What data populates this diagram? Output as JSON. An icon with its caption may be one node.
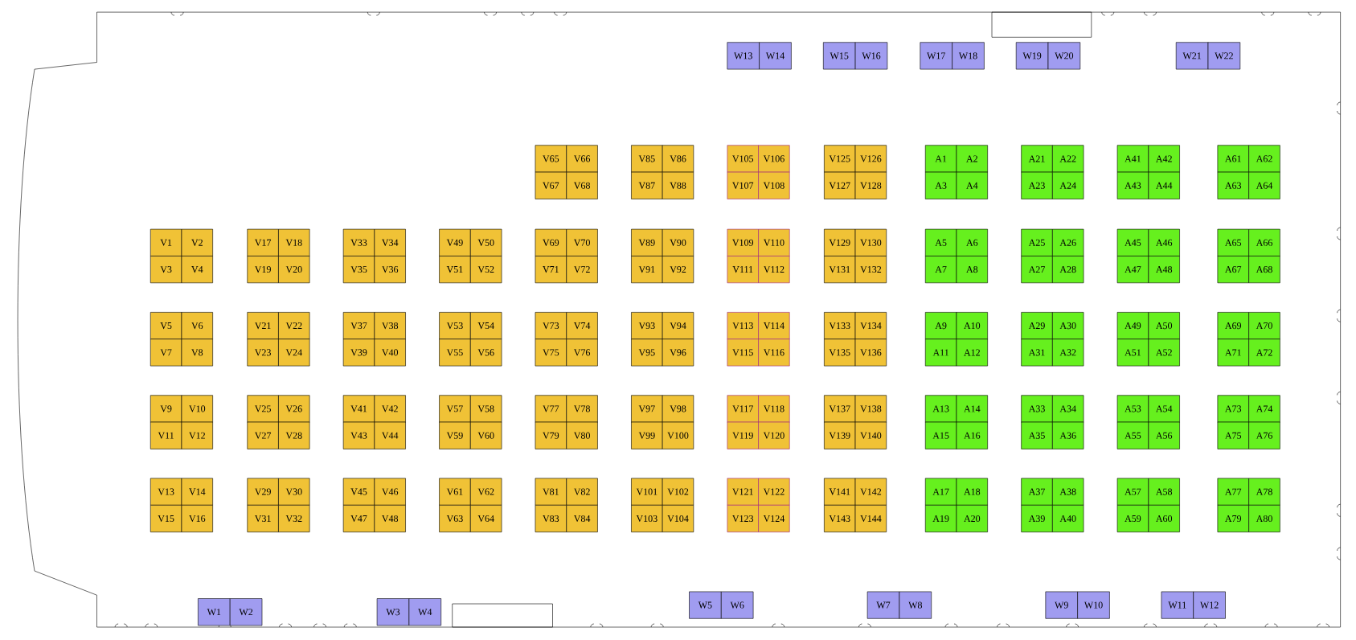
{
  "diagram": {
    "nodes": [
      {
        "text": [
          "V1"
        ]
      },
      {
        "text": [
          "V2"
        ]
      },
      {
        "text": [
          "V3"
        ]
      },
      {
        "text": [
          "V4"
        ]
      },
      {
        "text": [
          "V5"
        ]
      },
      {
        "text": [
          "V6"
        ]
      },
      {
        "text": [
          "V7"
        ]
      },
      {
        "text": [
          "V8"
        ]
      },
      {
        "text": [
          "V9"
        ]
      },
      {
        "text": [
          "V10"
        ]
      },
      {
        "text": [
          "V11"
        ]
      },
      {
        "text": [
          "V12"
        ]
      },
      {
        "text": [
          "V13"
        ]
      },
      {
        "text": [
          "V14"
        ]
      },
      {
        "text": [
          "V15"
        ]
      },
      {
        "text": [
          "V16"
        ]
      },
      {
        "text": [
          "V17"
        ]
      },
      {
        "text": [
          "V18"
        ]
      },
      {
        "text": [
          "V19"
        ]
      },
      {
        "text": [
          "V20"
        ]
      },
      {
        "text": [
          "V21"
        ]
      },
      {
        "text": [
          "V22"
        ]
      },
      {
        "text": [
          "V23"
        ]
      },
      {
        "text": [
          "V24"
        ]
      },
      {
        "text": [
          "V25"
        ]
      },
      {
        "text": [
          "V26"
        ]
      },
      {
        "text": [
          "V27"
        ]
      },
      {
        "text": [
          "V28"
        ]
      },
      {
        "text": [
          "V29"
        ]
      },
      {
        "text": [
          "V30"
        ]
      },
      {
        "text": [
          "V31"
        ]
      },
      {
        "text": [
          "V32"
        ]
      },
      {
        "text": [
          "V33"
        ]
      },
      {
        "text": [
          "V34"
        ]
      },
      {
        "text": [
          "V35"
        ]
      },
      {
        "text": [
          "V36"
        ]
      },
      {
        "text": [
          "V37"
        ]
      },
      {
        "text": [
          "V38"
        ]
      },
      {
        "text": [
          "V39"
        ]
      },
      {
        "text": [
          "V40"
        ]
      },
      {
        "text": [
          "V41"
        ]
      },
      {
        "text": [
          "V42"
        ]
      },
      {
        "text": [
          "V43"
        ]
      },
      {
        "text": [
          "V44"
        ]
      },
      {
        "text": [
          "V45"
        ]
      },
      {
        "text": [
          "V46"
        ]
      },
      {
        "text": [
          "V47"
        ]
      },
      {
        "text": [
          "V48"
        ]
      },
      {
        "text": [
          "V49"
        ]
      },
      {
        "text": [
          "V50"
        ]
      },
      {
        "text": [
          "V51"
        ]
      },
      {
        "text": [
          "V52"
        ]
      },
      {
        "text": [
          "V53"
        ]
      },
      {
        "text": [
          "V54"
        ]
      },
      {
        "text": [
          "V55"
        ]
      },
      {
        "text": [
          "V56"
        ]
      },
      {
        "text": [
          "V57"
        ]
      },
      {
        "text": [
          "V58"
        ]
      },
      {
        "text": [
          "V59"
        ]
      },
      {
        "text": [
          "V60"
        ]
      },
      {
        "text": [
          "V61"
        ]
      },
      {
        "text": [
          "V62"
        ]
      },
      {
        "text": [
          "V63"
        ]
      },
      {
        "text": [
          "V64"
        ]
      },
      {
        "text": [
          "V65"
        ]
      },
      {
        "text": [
          "V66"
        ]
      },
      {
        "text": [
          "V67"
        ]
      },
      {
        "text": [
          "V68"
        ]
      },
      {
        "text": [
          "V69"
        ]
      },
      {
        "text": [
          "V70"
        ]
      },
      {
        "text": [
          "V71"
        ]
      },
      {
        "text": [
          "V72"
        ]
      },
      {
        "text": [
          "V73"
        ]
      },
      {
        "text": [
          "V74"
        ]
      },
      {
        "text": [
          "V75"
        ]
      },
      {
        "text": [
          "V76"
        ]
      },
      {
        "text": [
          "V77"
        ]
      },
      {
        "text": [
          "V78"
        ]
      },
      {
        "text": [
          "V79"
        ]
      },
      {
        "text": [
          "V80"
        ]
      },
      {
        "text": [
          "V81"
        ]
      },
      {
        "text": [
          "V82"
        ]
      },
      {
        "text": [
          "V83"
        ]
      },
      {
        "text": [
          "V84"
        ]
      },
      {
        "text": [
          "V85"
        ]
      },
      {
        "text": [
          "V86"
        ]
      },
      {
        "text": [
          "V87"
        ]
      },
      {
        "text": [
          "V88"
        ]
      },
      {
        "text": [
          "V89"
        ]
      },
      {
        "text": [
          "V90"
        ]
      },
      {
        "text": [
          "V91"
        ]
      },
      {
        "text": [
          "V92"
        ]
      },
      {
        "text": [
          "V93"
        ]
      },
      {
        "text": [
          "V94"
        ]
      },
      {
        "text": [
          "V95"
        ]
      },
      {
        "text": [
          "V96"
        ]
      },
      {
        "text": [
          "V97"
        ]
      },
      {
        "text": [
          "V98"
        ]
      },
      {
        "text": [
          "V99"
        ]
      },
      {
        "text": [
          "V100"
        ]
      },
      {
        "text": [
          "V101"
        ]
      },
      {
        "text": [
          "V102"
        ]
      },
      {
        "text": [
          "V103"
        ]
      },
      {
        "text": [
          "V104"
        ]
      },
      {
        "text": [
          "V105"
        ]
      },
      {
        "text": [
          "V106"
        ]
      },
      {
        "text": [
          "V107"
        ]
      },
      {
        "text": [
          "V108"
        ]
      },
      {
        "text": [
          "V109"
        ]
      },
      {
        "text": [
          "V110"
        ]
      },
      {
        "text": [
          "V111"
        ]
      },
      {
        "text": [
          "V112"
        ]
      },
      {
        "text": [
          "V113"
        ]
      },
      {
        "text": [
          "V114"
        ]
      },
      {
        "text": [
          "V115"
        ]
      },
      {
        "text": [
          "V116"
        ]
      },
      {
        "text": [
          "V117"
        ]
      },
      {
        "text": [
          "V118"
        ]
      },
      {
        "text": [
          "V119"
        ]
      },
      {
        "text": [
          "V120"
        ]
      },
      {
        "text": [
          "V121"
        ]
      },
      {
        "text": [
          "V122"
        ]
      },
      {
        "text": [
          "V123"
        ]
      },
      {
        "text": [
          "V124"
        ]
      },
      {
        "text": [
          "V125"
        ]
      },
      {
        "text": [
          "V126"
        ]
      },
      {
        "text": [
          "V127"
        ]
      },
      {
        "text": [
          "V128"
        ]
      },
      {
        "text": [
          "V129"
        ]
      },
      {
        "text": [
          "V130"
        ]
      },
      {
        "text": [
          "V131"
        ]
      },
      {
        "text": [
          "V132"
        ]
      },
      {
        "text": [
          "V133"
        ]
      },
      {
        "text": [
          "V134"
        ]
      },
      {
        "text": [
          "V135"
        ]
      },
      {
        "text": [
          "V136"
        ]
      },
      {
        "text": [
          "V137"
        ]
      },
      {
        "text": [
          "V138"
        ]
      },
      {
        "text": [
          "V139"
        ]
      },
      {
        "text": [
          "V140"
        ]
      },
      {
        "text": [
          "V141"
        ]
      },
      {
        "text": [
          "V142"
        ]
      },
      {
        "text": [
          "V143"
        ]
      },
      {
        "text": [
          "V144"
        ]
      },
      {
        "text": [
          "A1"
        ]
      },
      {
        "text": [
          "A2"
        ]
      },
      {
        "text": [
          "A3"
        ]
      },
      {
        "text": [
          "A4"
        ]
      },
      {
        "text": [
          "A5"
        ]
      },
      {
        "text": [
          "A6"
        ]
      },
      {
        "text": [
          "A7"
        ]
      },
      {
        "text": [
          "A8"
        ]
      },
      {
        "text": [
          "A9"
        ]
      },
      {
        "text": [
          "A10"
        ]
      },
      {
        "text": [
          "A11"
        ]
      },
      {
        "text": [
          "A12"
        ]
      },
      {
        "text": [
          "A13"
        ]
      },
      {
        "text": [
          "A14"
        ]
      },
      {
        "text": [
          "A15"
        ]
      },
      {
        "text": [
          "A16"
        ]
      },
      {
        "text": [
          "A17"
        ]
      },
      {
        "text": [
          "A18"
        ]
      },
      {
        "text": [
          "A19"
        ]
      },
      {
        "text": [
          "A20"
        ]
      },
      {
        "text": [
          "A21"
        ]
      },
      {
        "text": [
          "A22"
        ]
      },
      {
        "text": [
          "A23"
        ]
      },
      {
        "text": [
          "A24"
        ]
      },
      {
        "text": [
          "A25"
        ]
      },
      {
        "text": [
          "A26"
        ]
      },
      {
        "text": [
          "A27"
        ]
      },
      {
        "text": [
          "A28"
        ]
      },
      {
        "text": [
          "A29"
        ]
      },
      {
        "text": [
          "A30"
        ]
      },
      {
        "text": [
          "A31"
        ]
      },
      {
        "text": [
          "A32"
        ]
      },
      {
        "text": [
          "A33"
        ]
      },
      {
        "text": [
          "A34"
        ]
      },
      {
        "text": [
          "A35"
        ]
      },
      {
        "text": [
          "A36"
        ]
      },
      {
        "text": [
          "A37"
        ]
      },
      {
        "text": [
          "A38"
        ]
      },
      {
        "text": [
          "A39"
        ]
      },
      {
        "text": [
          "A40"
        ]
      },
      {
        "text": [
          "A41"
        ]
      },
      {
        "text": [
          "A42"
        ]
      },
      {
        "text": [
          "A43"
        ]
      },
      {
        "text": [
          "A44"
        ]
      },
      {
        "text": [
          "A45"
        ]
      },
      {
        "text": [
          "A46"
        ]
      },
      {
        "text": [
          "A47"
        ]
      },
      {
        "text": [
          "A48"
        ]
      },
      {
        "text": [
          "A49"
        ]
      },
      {
        "text": [
          "A50"
        ]
      },
      {
        "text": [
          "A51"
        ]
      },
      {
        "text": [
          "A52"
        ]
      },
      {
        "text": [
          "A53"
        ]
      },
      {
        "text": [
          "A54"
        ]
      },
      {
        "text": [
          "A55"
        ]
      },
      {
        "text": [
          "A56"
        ]
      },
      {
        "text": [
          "A57"
        ]
      },
      {
        "text": [
          "A58"
        ]
      },
      {
        "text": [
          "A59"
        ]
      },
      {
        "text": [
          "A60"
        ]
      },
      {
        "text": [
          "A61"
        ]
      },
      {
        "text": [
          "A62"
        ]
      },
      {
        "text": [
          "A63"
        ]
      },
      {
        "text": [
          "A64"
        ]
      },
      {
        "text": [
          "A65"
        ]
      },
      {
        "text": [
          "A66"
        ]
      },
      {
        "text": [
          "A67"
        ]
      },
      {
        "text": [
          "A68"
        ]
      },
      {
        "text": [
          "A69"
        ]
      },
      {
        "text": [
          "A70"
        ]
      },
      {
        "text": [
          "A71"
        ]
      },
      {
        "text": [
          "A72"
        ]
      },
      {
        "text": [
          "A73"
        ]
      },
      {
        "text": [
          "A74"
        ]
      },
      {
        "text": [
          "A75"
        ]
      },
      {
        "text": [
          "A76"
        ]
      },
      {
        "text": [
          "A77"
        ]
      },
      {
        "text": [
          "A78"
        ]
      },
      {
        "text": [
          "A79"
        ]
      },
      {
        "text": [
          "A80"
        ]
      },
      {
        "text": [
          "W1"
        ]
      },
      {
        "text": [
          "W2"
        ]
      },
      {
        "text": [
          "W3"
        ]
      },
      {
        "text": [
          "W4"
        ]
      },
      {
        "text": [
          "W5"
        ]
      },
      {
        "text": [
          "W6"
        ]
      },
      {
        "text": [
          "W7"
        ]
      },
      {
        "text": [
          "W8"
        ]
      },
      {
        "text": [
          "W9"
        ]
      },
      {
        "text": [
          "W10"
        ]
      },
      {
        "text": [
          "W11"
        ]
      },
      {
        "text": [
          "W12"
        ]
      },
      {
        "text": [
          "W13"
        ]
      },
      {
        "text": [
          "W14"
        ]
      },
      {
        "text": [
          "W15"
        ]
      },
      {
        "text": [
          "W16"
        ]
      },
      {
        "text": [
          "W17"
        ]
      },
      {
        "text": [
          "W18"
        ]
      },
      {
        "text": [
          "W19"
        ]
      },
      {
        "text": [
          "W20"
        ]
      },
      {
        "text": [
          "W21"
        ]
      },
      {
        "text": [
          "W22"
        ]
      }
    ]
  }
}
